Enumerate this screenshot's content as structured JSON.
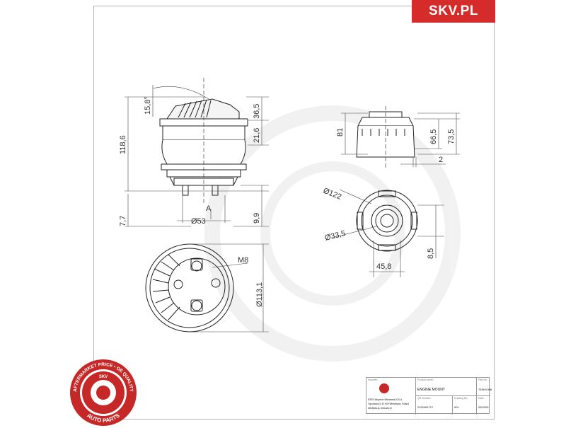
{
  "brand": {
    "label": "SKV.PL",
    "color": "#d52b2b"
  },
  "dimensions": {
    "angle": "15,8°",
    "top_height": "36,5",
    "overall_height": "118,6",
    "mid_height": "21,6",
    "stud_length": "7,7",
    "flange_offset": "9,9",
    "label_a": "A",
    "base_diameter": "Ø53",
    "thread": "M8",
    "outer_diameter": "Ø113,1",
    "side_height": "81",
    "inner_height_1": "66,5",
    "inner_height_2": "73,5",
    "wall": "2",
    "top_diameter": "Ø122",
    "bore_diameter": "Ø33,5",
    "slot_width": "8,5",
    "slot_span": "45,8"
  },
  "seal": {
    "ring_text": "AFTERMARKET PRICE • OE QUALITY",
    "badge": "SKV",
    "bottom_text": "AUTO PARTS",
    "color": "#c62828"
  },
  "title_block": {
    "importer_label": "Importer:",
    "company": "ESEN Wojciech Wiśniewski S.K.A.",
    "address": "Topolowa 63, 67-909 Wierzbowa, Poland",
    "contact": "info@skv.pl, www.skv.pl",
    "product_name_label": "Product name:",
    "product_name": "ENGINE MOUNT",
    "part_no_label": "Part No:",
    "part_no": "75SKV098",
    "qr_label": "QR Number:",
    "qr_value": "2332461717",
    "drawing_label": "Drawing No:",
    "drawing_value": "001",
    "date_label": "Date:",
    "date_value": "03/2025"
  }
}
